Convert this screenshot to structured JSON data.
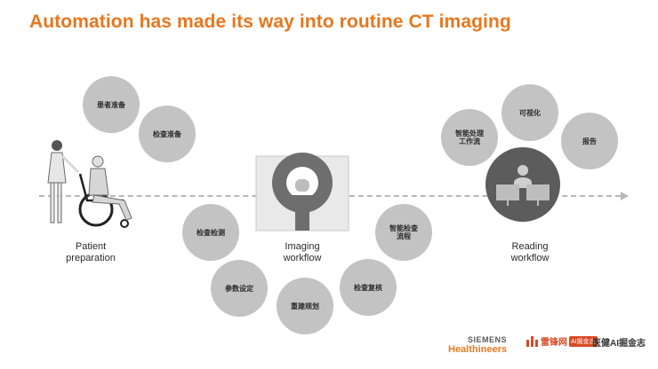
{
  "title": "Automation has made its way into routine CT imaging",
  "stages": {
    "patient": {
      "line1": "Patient",
      "line2": "preparation"
    },
    "imaging": {
      "line1": "Imaging",
      "line2": "workflow"
    },
    "reading": {
      "line1": "Reading",
      "line2": "workflow"
    }
  },
  "bubbles": {
    "patient_prep": "患者准备",
    "exam_prep": "检查准备",
    "exam_detect": "检查检测",
    "param_set": "参数设定",
    "recon_plan": "重建规划",
    "exam_review": "检查复核",
    "smart_flow": "智能检查\n流程",
    "smart_workstation": "智能处理\n工作流",
    "visualization": "可视化",
    "report": "报告"
  },
  "logos": {
    "siemens_line1": "SIEMENS",
    "siemens_line2": "Healthineers",
    "leifeng": "雷锋网",
    "leifeng_tag": "AI掘金志",
    "yijian": "医健AI掘金志"
  },
  "colors": {
    "title": "#e8761e",
    "bubble": "#c3c3c3",
    "timeline": "#b8b8b8"
  }
}
